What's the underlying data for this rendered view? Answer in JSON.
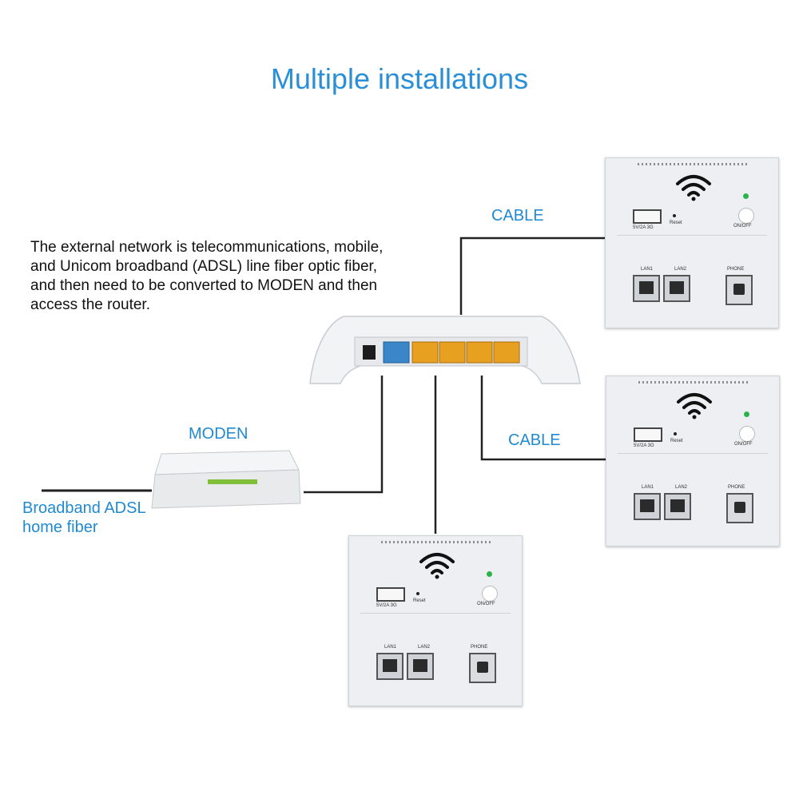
{
  "title": "Multiple installations",
  "description": "The external network is telecommunications, mobile, and Unicom broadband (ADSL) line fiber optic fiber, and then need to be converted to MODEN and then access the router.",
  "labels": {
    "cable_top": "CABLE",
    "cable_middle": "CABLE",
    "moden": "MODEN",
    "adsl_line1": "Broadband ADSL",
    "adsl_line2": "home fiber"
  },
  "panel_text": {
    "usb": "5V/2A  3G",
    "reset": "Reset",
    "onoff": "ON/OFF",
    "lan1": "LAN1",
    "lan2": "LAN2",
    "phone": "PHONE"
  },
  "colors": {
    "title": "#2a8fd6",
    "labels": "#1f8ad2",
    "router_wan": "#3a86c8",
    "router_lan": "#e8a020",
    "led": "#2bb34a"
  }
}
